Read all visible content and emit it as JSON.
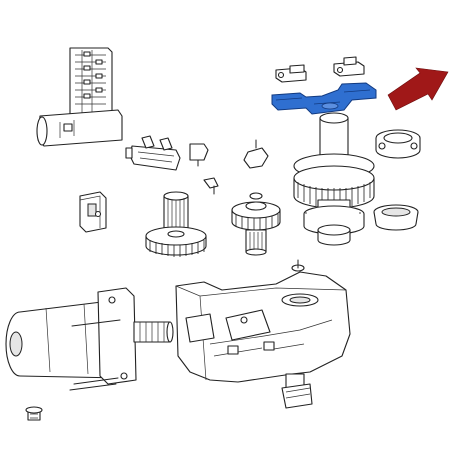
{
  "diagram": {
    "highlight_color": "#2f6fd0",
    "arrow_color": "#a01818",
    "background": "#ffffff",
    "parts": [
      {
        "name": "limit-switch-board"
      },
      {
        "name": "upper-small-brackets"
      },
      {
        "name": "highlighted-limit-cam"
      },
      {
        "name": "red-pointer-arrow"
      },
      {
        "name": "output-shaft-gear"
      },
      {
        "name": "clamp-ring"
      },
      {
        "name": "bearing-bushing"
      },
      {
        "name": "small-connector-clips"
      },
      {
        "name": "small-terminal-block"
      },
      {
        "name": "intermediate-gear-left"
      },
      {
        "name": "intermediate-gear-right"
      },
      {
        "name": "gearbox-housing"
      },
      {
        "name": "electric-motor"
      },
      {
        "name": "screw-small"
      }
    ]
  }
}
